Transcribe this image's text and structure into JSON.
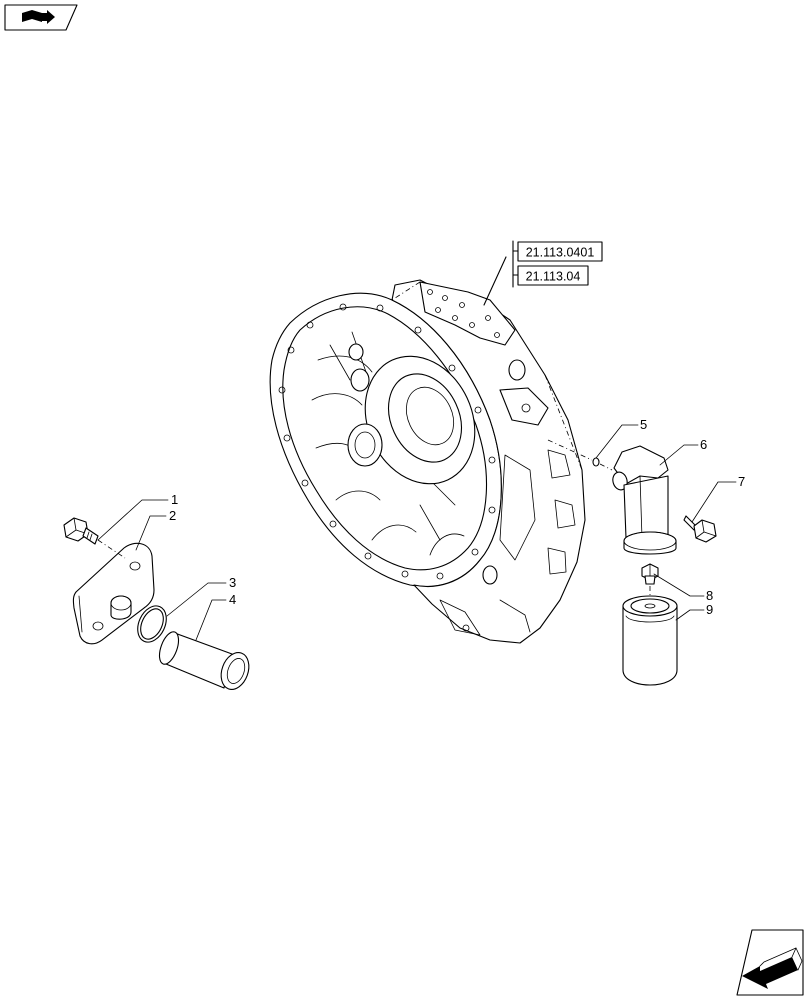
{
  "header_icon": "book-arrow-icon",
  "footer_icon": "arrow-left-icon",
  "reference_boxes": [
    "21.113.0401",
    "21.113.04"
  ],
  "callouts": [
    "1",
    "2",
    "3",
    "4",
    "5",
    "6",
    "7",
    "8",
    "9"
  ]
}
